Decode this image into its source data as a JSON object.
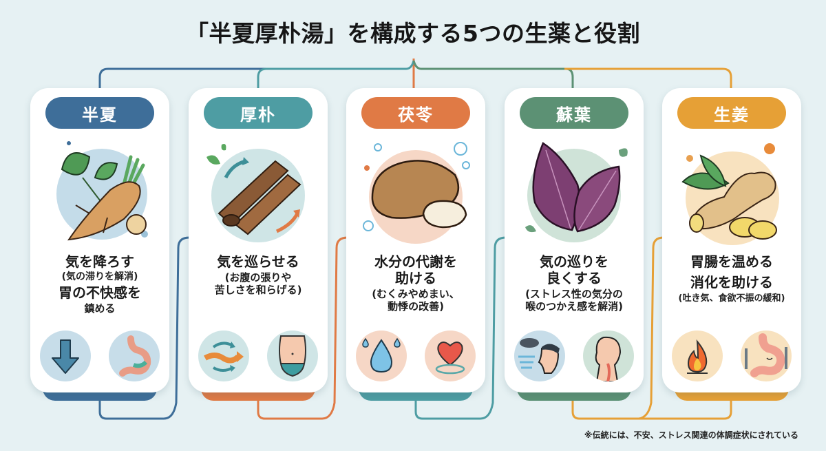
{
  "title": "「半夏厚朴湯」を構成する5つの生薬と役割",
  "colors": {
    "background": "#e6f1f3",
    "hange": "#3e6e99",
    "koboku": "#4e9da3",
    "bukuryo": "#e07a45",
    "soyo": "#5c9174",
    "shokyo": "#e6a036"
  },
  "herbs": [
    {
      "name": "半夏",
      "color": "#3e6e99",
      "illustration": "pinellia-tuber",
      "role_main": "気を降ろす",
      "role_sub": "(気の滞りを解消)",
      "role_main2": "胃の不快感を",
      "role_sub2": "鎮める",
      "icons": [
        "down-arrow-icon",
        "stomach-icon"
      ]
    },
    {
      "name": "厚朴",
      "color": "#4e9da3",
      "illustration": "magnolia-bark",
      "role_main": "気を巡らせる",
      "role_sub": "(お腹の張りや",
      "role_sub_line2": "苦しさを和らげる)",
      "icons": [
        "flow-arrows-icon",
        "abdomen-icon"
      ]
    },
    {
      "name": "茯苓",
      "color": "#e07a45",
      "illustration": "poria-fungus",
      "role_main": "水分の代謝を",
      "role_main_line2": "助ける",
      "role_sub": "(むくみやめまい、",
      "role_sub_line2": "動悸の改善)",
      "icons": [
        "water-drop-icon",
        "heart-icon"
      ]
    },
    {
      "name": "蘇葉",
      "color": "#5c9174",
      "illustration": "perilla-leaves",
      "role_main": "気の巡りを",
      "role_main_line2": "良くする",
      "role_sub": "(ストレス性の気分の",
      "role_sub_line2": "喉のつかえ感を解消)",
      "icons": [
        "stress-head-icon",
        "throat-icon"
      ]
    },
    {
      "name": "生姜",
      "color": "#e6a036",
      "illustration": "ginger-root",
      "role_main": "胃腸を温める",
      "role_main_line2": "消化を助ける",
      "role_sub": "(吐き気、食欲不振の緩和)",
      "icons": [
        "fire-icon",
        "happy-stomach-icon"
      ]
    }
  ],
  "footnote": "※伝統には、不安、ストレス関連の体調症状にされている"
}
